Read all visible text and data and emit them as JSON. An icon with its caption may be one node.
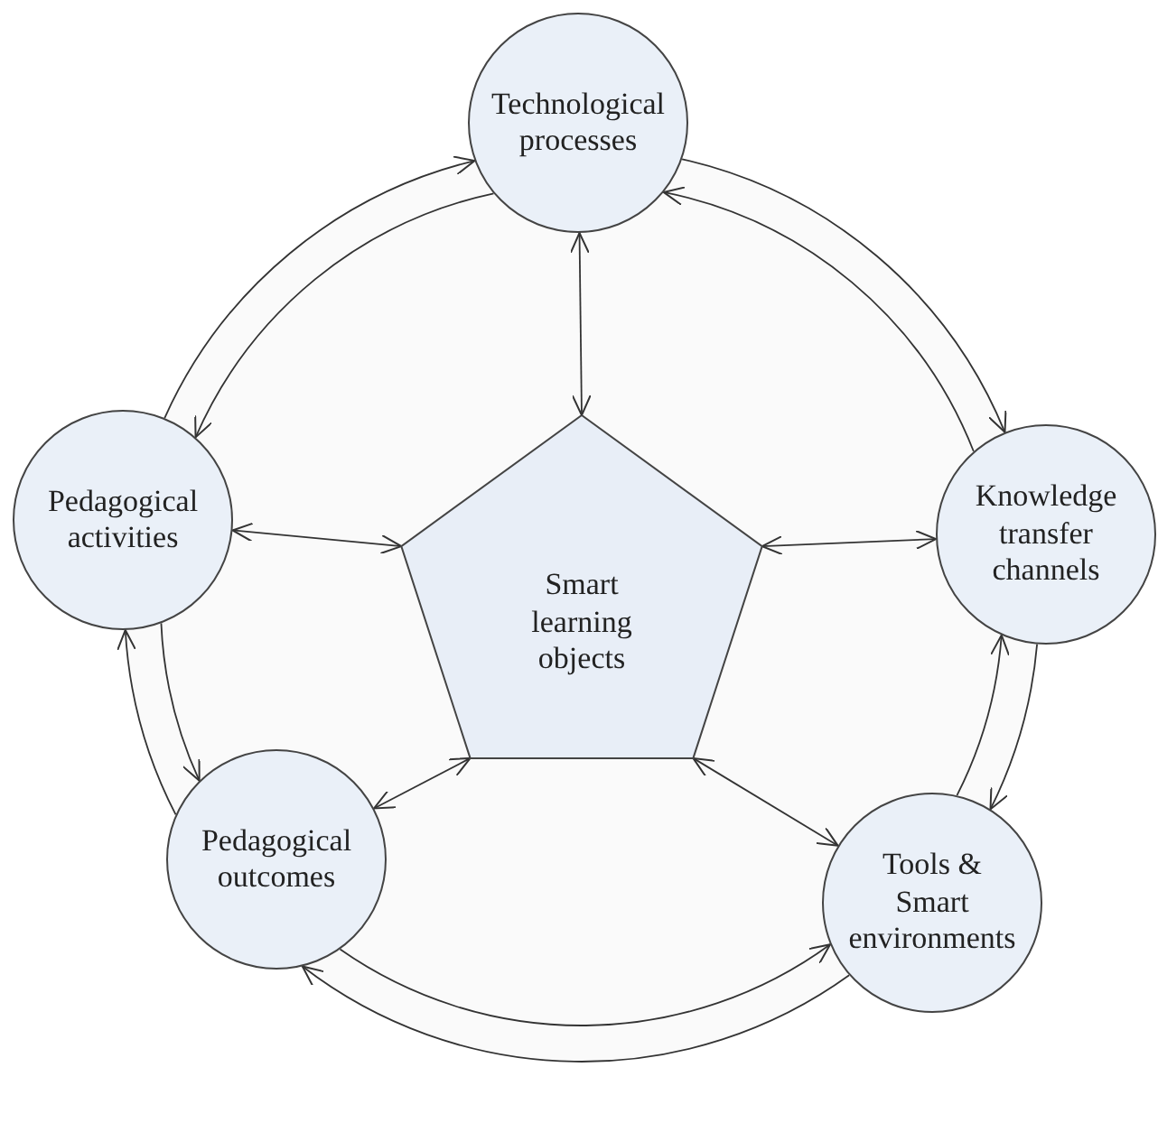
{
  "diagram": {
    "nodes": [
      {
        "text": [
          "Technological processes"
        ]
      },
      {
        "text": [
          "Pedagogical activities"
        ]
      },
      {
        "text": [
          "Knowledge transfer channels"
        ]
      },
      {
        "text": [
          "Smart learning objects"
        ]
      },
      {
        "text": [
          "Pedagogical outcomes"
        ]
      },
      {
        "text": [
          "Tools & Smart environments"
        ]
      }
    ],
    "edges": [
      {
        "from": 3,
        "to": 0,
        "arrow": "both"
      },
      {
        "from": 3,
        "to": 2,
        "arrow": "both"
      },
      {
        "from": 3,
        "to": 5,
        "arrow": "both"
      },
      {
        "from": 3,
        "to": 4,
        "arrow": "both"
      },
      {
        "from": 3,
        "to": 1,
        "arrow": "both"
      },
      {
        "from": 0,
        "to": 2,
        "arrow": "to"
      },
      {
        "from": 2,
        "to": 5,
        "arrow": "to"
      },
      {
        "from": 5,
        "to": 4,
        "arrow": "to"
      },
      {
        "from": 4,
        "to": 1,
        "arrow": "to"
      },
      {
        "from": 1,
        "to": 0,
        "arrow": "to"
      },
      {
        "from": 2,
        "to": 0,
        "arrow": "to"
      },
      {
        "from": 5,
        "to": 2,
        "arrow": "to"
      },
      {
        "from": 4,
        "to": 5,
        "arrow": "to"
      },
      {
        "from": 1,
        "to": 4,
        "arrow": "to"
      },
      {
        "from": 0,
        "to": 1,
        "arrow": "to"
      }
    ]
  }
}
